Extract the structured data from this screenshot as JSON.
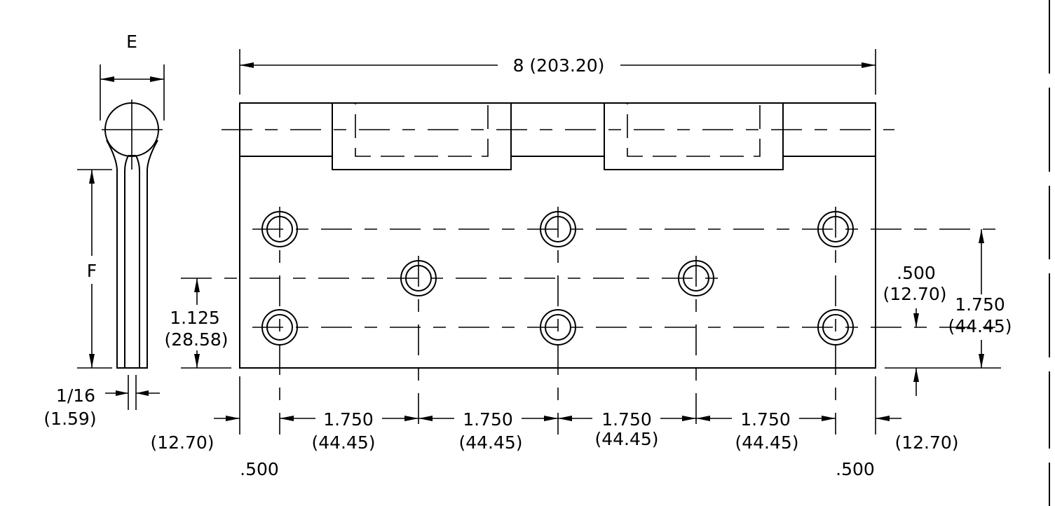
{
  "side_view": {
    "width_label": "E",
    "length_label": "F",
    "thickness_in": "1/16",
    "thickness_mm": "(1.59)"
  },
  "front_view": {
    "overall_length": "8  (203.20)",
    "left_edge_in": ".500",
    "left_edge_mm": "(12.70)",
    "right_edge_in": ".500",
    "right_edge_mm": "(12.70)",
    "spacings": [
      {
        "in": "1.750",
        "mm": "(44.45)"
      },
      {
        "in": "1.750",
        "mm": "(44.45)"
      },
      {
        "in": "1.750",
        "mm": "(44.45)"
      },
      {
        "in": "1.750",
        "mm": "(44.45)"
      }
    ],
    "stagger_in": "1.125",
    "stagger_mm": "(28.58)",
    "bottom_edge_in": ".500",
    "bottom_edge_mm": "(12.70)",
    "row_spacing_in": "1.750",
    "row_spacing_mm": "(44.45)"
  }
}
